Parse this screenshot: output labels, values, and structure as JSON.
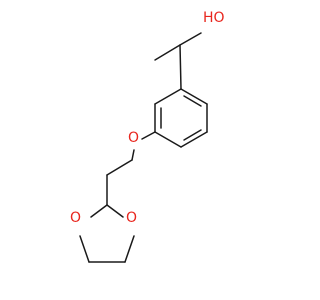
{
  "molecule": {
    "atoms": {
      "hydroxyl": "HO",
      "ether_oxygen": "O",
      "dioxolane_oxygen_left": "O",
      "dioxolane_oxygen_right": "O"
    },
    "colors": {
      "bond": "#1a1a1a",
      "oxygen": "#e8261e"
    }
  }
}
